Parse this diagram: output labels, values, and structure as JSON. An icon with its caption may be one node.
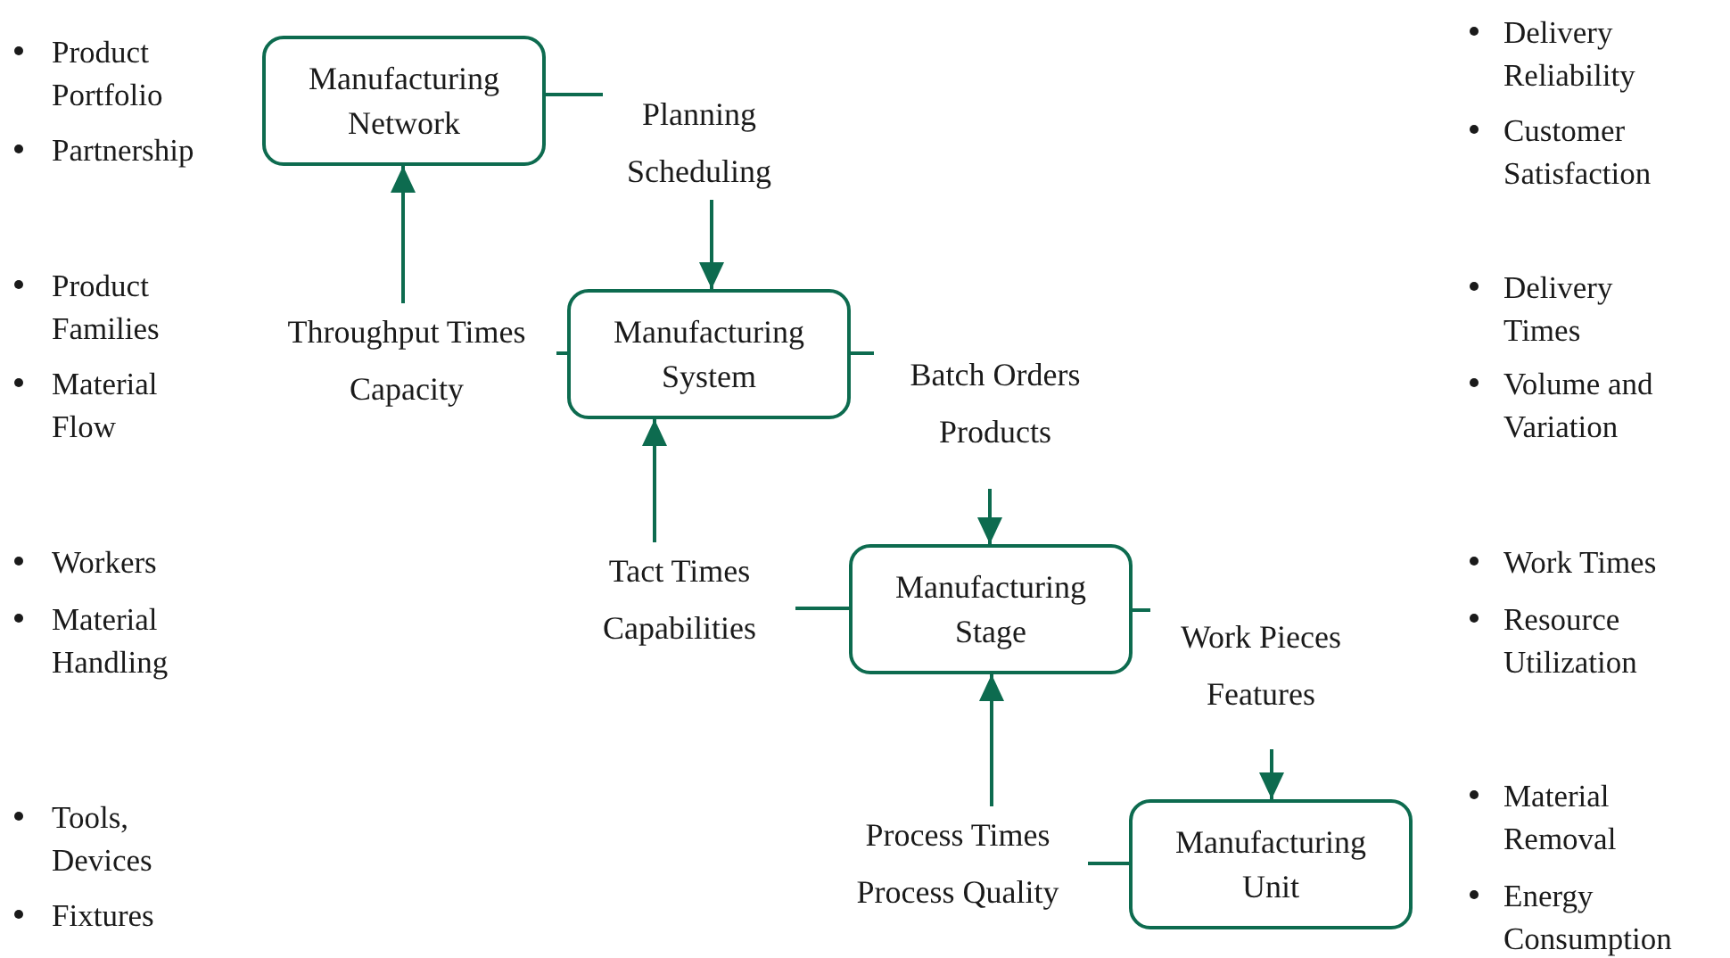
{
  "diagram": {
    "nodes": [
      {
        "text": [
          "Manufacturing Network"
        ]
      },
      {
        "text": [
          "Planning",
          "Scheduling"
        ]
      },
      {
        "text": [
          "Manufacturing System"
        ]
      },
      {
        "text": [
          "Throughput Times",
          "Capacity"
        ]
      },
      {
        "text": [
          "Batch Orders",
          "Products"
        ]
      },
      {
        "text": [
          "Manufacturing Stage"
        ]
      },
      {
        "text": [
          "Tact Times",
          "Capabilities"
        ]
      },
      {
        "text": [
          "Work Pieces",
          "Features"
        ]
      },
      {
        "text": [
          "Manufacturing Unit"
        ]
      },
      {
        "text": [
          "Process Times",
          "Process Quality"
        ]
      }
    ],
    "edges": [
      {
        "from": 0,
        "to": 1,
        "arrow": "none"
      },
      {
        "from": 1,
        "to": 2,
        "arrow": "to"
      },
      {
        "from": 3,
        "to": 2,
        "arrow": "none"
      },
      {
        "from": 3,
        "to": 0,
        "arrow": "to"
      },
      {
        "from": 2,
        "to": 4,
        "arrow": "none"
      },
      {
        "from": 4,
        "to": 5,
        "arrow": "to"
      },
      {
        "from": 6,
        "to": 5,
        "arrow": "none"
      },
      {
        "from": 6,
        "to": 2,
        "arrow": "to"
      },
      {
        "from": 5,
        "to": 7,
        "arrow": "none"
      },
      {
        "from": 7,
        "to": 8,
        "arrow": "to"
      },
      {
        "from": 9,
        "to": 8,
        "arrow": "none"
      },
      {
        "from": 9,
        "to": 5,
        "arrow": "to"
      }
    ],
    "labels": [
      "Product Portfolio",
      "Partnership",
      "Product Families",
      "Material Flow",
      "Workers",
      "Material Handling",
      "Tools, Devices",
      "Fixtures",
      "Delivery Reliability",
      "Customer Satisfaction",
      "Delivery Times",
      "Volume and Variation",
      "Work Times",
      "Resource Utilization",
      "Material Removal",
      "Energy Consumption"
    ]
  }
}
